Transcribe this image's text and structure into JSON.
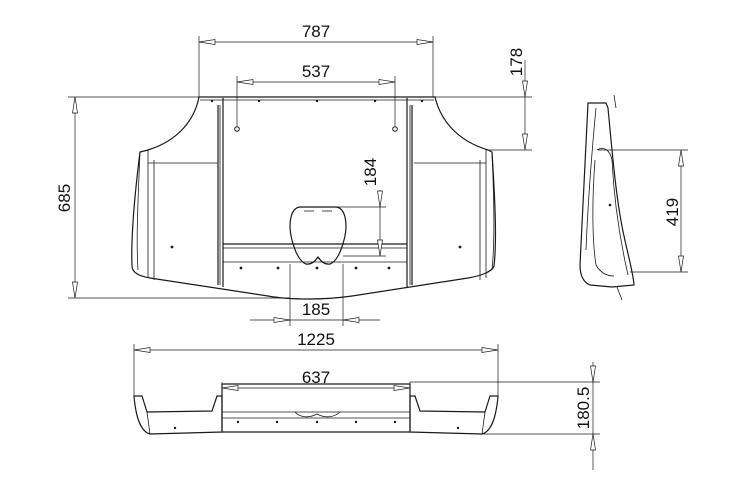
{
  "dimensions": {
    "top_width": "787",
    "hole_spacing": "537",
    "front_height": "178",
    "total_height": "685",
    "cutout_height": "184",
    "side_height": "419",
    "cutout_width": "185",
    "total_width": "1225",
    "center_width": "637",
    "bottom_height": "180.5"
  }
}
